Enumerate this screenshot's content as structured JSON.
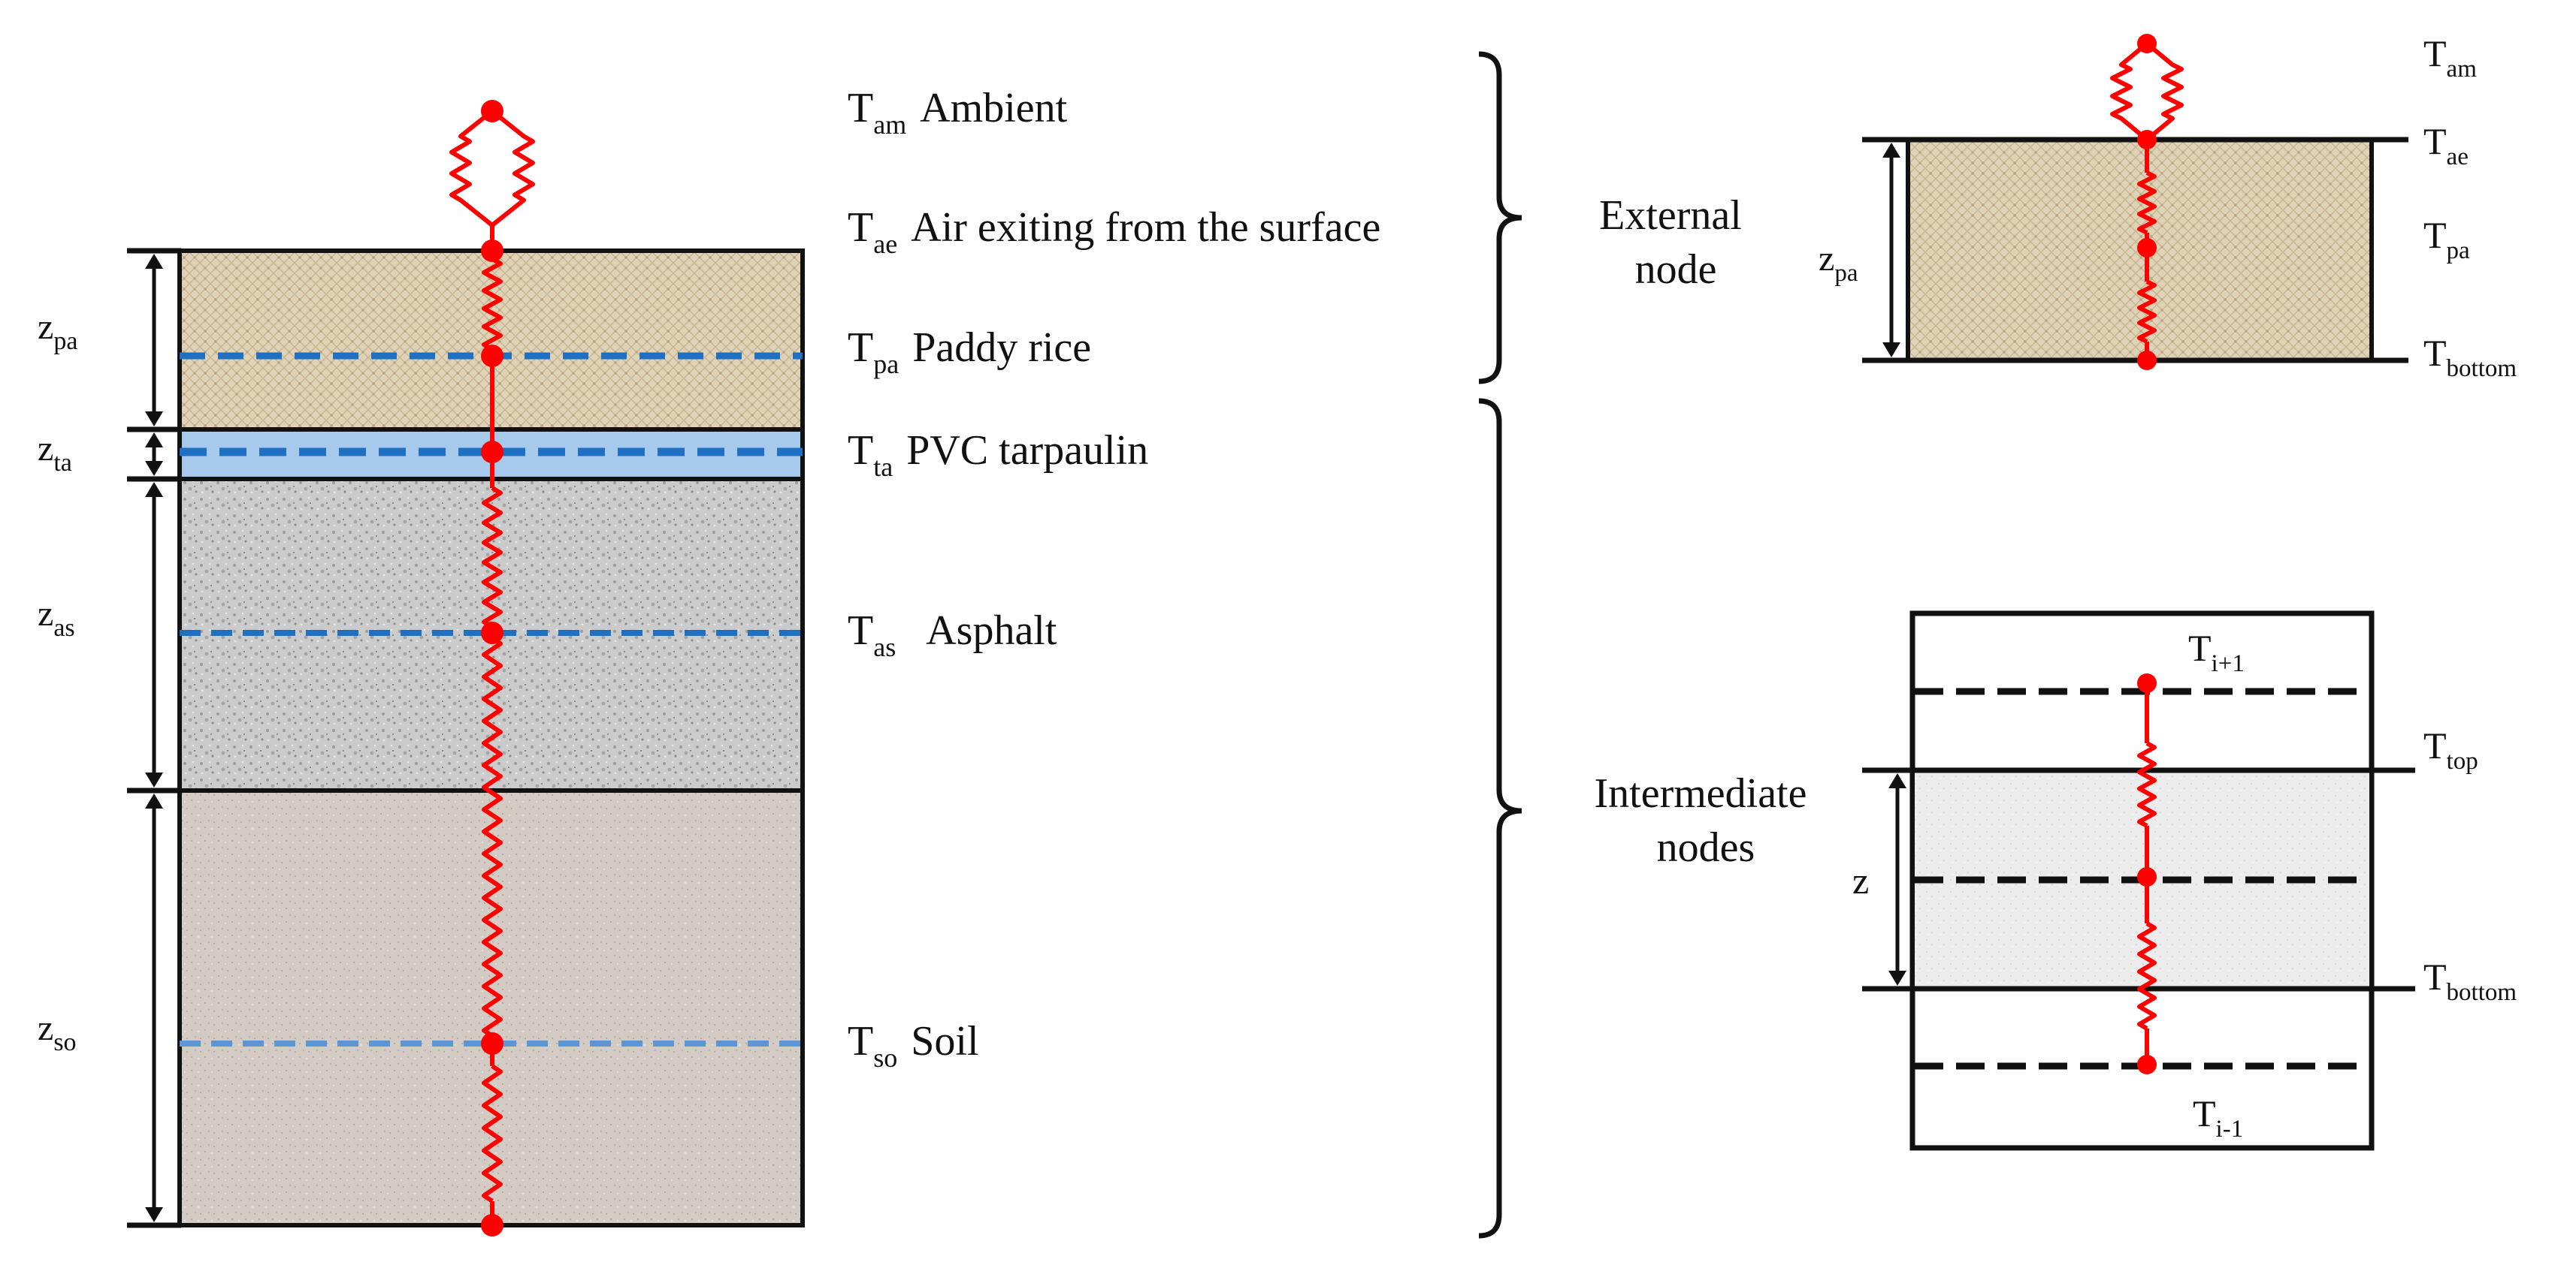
{
  "layers": {
    "ambient": {
      "sym": "T",
      "sub": "am",
      "name": "Ambient"
    },
    "air_exit": {
      "sym": "T",
      "sub": "ae",
      "name": "Air exiting from the surface"
    },
    "paddy": {
      "sym": "T",
      "sub": "pa",
      "name": "Paddy rice",
      "thickness_sym": "z",
      "thickness_sub": "pa"
    },
    "tarpaulin": {
      "sym": "T",
      "sub": "ta",
      "name": "PVC tarpaulin",
      "thickness_sym": "z",
      "thickness_sub": "ta"
    },
    "asphalt": {
      "sym": "T",
      "sub": "as",
      "name": "Asphalt",
      "thickness_sym": "z",
      "thickness_sub": "as"
    },
    "soil": {
      "sym": "T",
      "sub": "so",
      "name": "Soil",
      "thickness_sym": "z",
      "thickness_sub": "so"
    }
  },
  "groups": {
    "external": {
      "line1": "External",
      "line2": "node"
    },
    "intermediate": {
      "line1": "Intermediate",
      "line2": "nodes"
    }
  },
  "external_node": {
    "t_am": {
      "sym": "T",
      "sub": "am"
    },
    "t_ae": {
      "sym": "T",
      "sub": "ae"
    },
    "t_pa": {
      "sym": "T",
      "sub": "pa"
    },
    "t_bottom": {
      "sym": "T",
      "sub": "bottom"
    },
    "z_pa": {
      "sym": "z",
      "sub": "pa"
    }
  },
  "intermediate_node": {
    "t_up": {
      "sym": "T",
      "sub": "i+1"
    },
    "t_top": {
      "sym": "T",
      "sub": "top"
    },
    "t_bottom": {
      "sym": "T",
      "sub": "bottom"
    },
    "t_down": {
      "sym": "T",
      "sub": "i-1"
    },
    "z": {
      "sym": "z"
    }
  },
  "colors": {
    "resistor": "#ff0000",
    "paddy_fill": "#dfd2b6",
    "tarpaulin_fill": "#a7c9ec",
    "asphalt_fill": "#c8c8c8",
    "soil_fill": "#d4cbc5",
    "node_fill": "#ececec",
    "dash_blue": "#1f6fc3",
    "dash_light_blue": "#5a97d4",
    "frame": "#111111"
  }
}
